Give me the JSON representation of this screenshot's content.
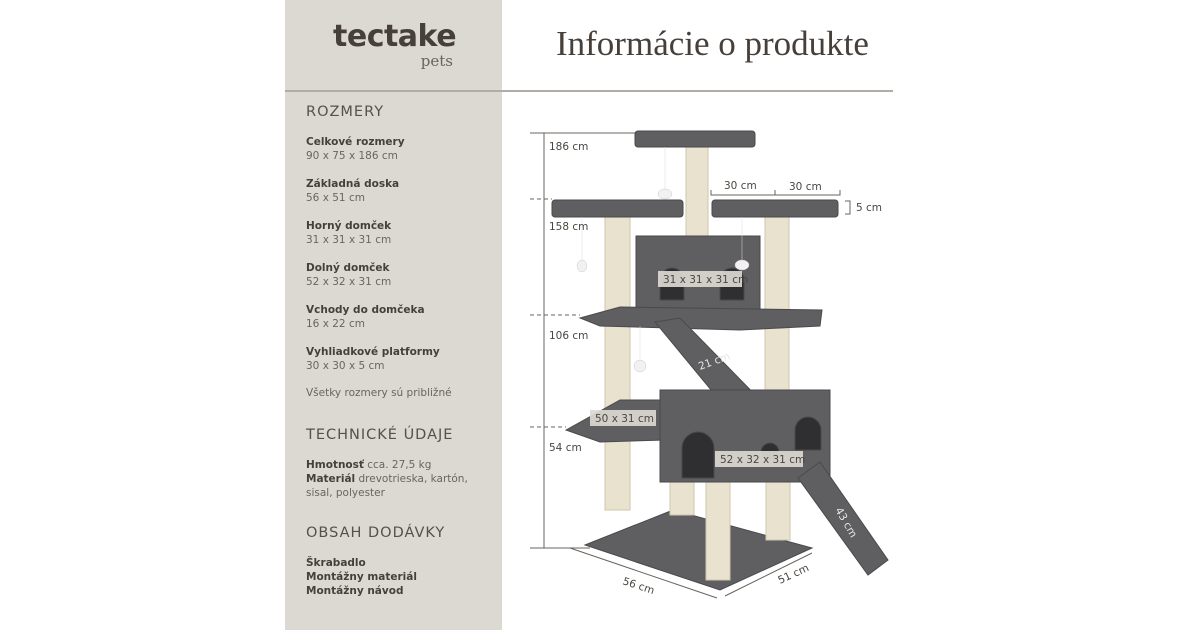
{
  "brand": {
    "name": "tectake",
    "sub": "pets"
  },
  "title": "Informácie o produkte",
  "dimensions": {
    "heading": "ROZMERY",
    "items": [
      {
        "label": "Celkové rozmery",
        "value": "90 x 75 x 186 cm"
      },
      {
        "label": "Základná doska",
        "value": "56 x 51 cm"
      },
      {
        "label": "Horný domček",
        "value": "31 x 31 x 31 cm"
      },
      {
        "label": "Dolný domček",
        "value": "52 x 32 x 31 cm"
      },
      {
        "label": "Vchody do domčeka",
        "value": "16 x 22 cm"
      },
      {
        "label": "Vyhliadkové platformy",
        "value": "30 x 30 x 5 cm"
      }
    ],
    "note": "Všetky rozmery sú približné"
  },
  "technical": {
    "heading": "TECHNICKÉ ÚDAJE",
    "weight_label": "Hmotnosť",
    "weight_value": "cca. 27,5 kg",
    "material_label": "Materiál",
    "material_value": "drevotrieska, kartón, sisal, polyester"
  },
  "contents": {
    "heading": "OBSAH DODÁVKY",
    "items": [
      "Škrabadlo",
      "Montážny materiál",
      "Montážny návod"
    ]
  },
  "diagram": {
    "heights": [
      "186 cm",
      "158 cm",
      "106 cm",
      "54 cm"
    ],
    "platform_w1": "30 cm",
    "platform_w2": "30 cm",
    "platform_h": "5 cm",
    "upper_house": "31 x 31 x 31 cm",
    "ramp": "21 cm",
    "side_platform": "50 x 31 cm",
    "lower_house": "52 x 32 x 31 cm",
    "ladder": "43 cm",
    "base_w": "56 cm",
    "base_d": "51 cm",
    "colors": {
      "plush": "#5f5f61",
      "plush_dark": "#3e3e40",
      "sisal": "#e9e2cf",
      "line": "#6a635d"
    }
  }
}
